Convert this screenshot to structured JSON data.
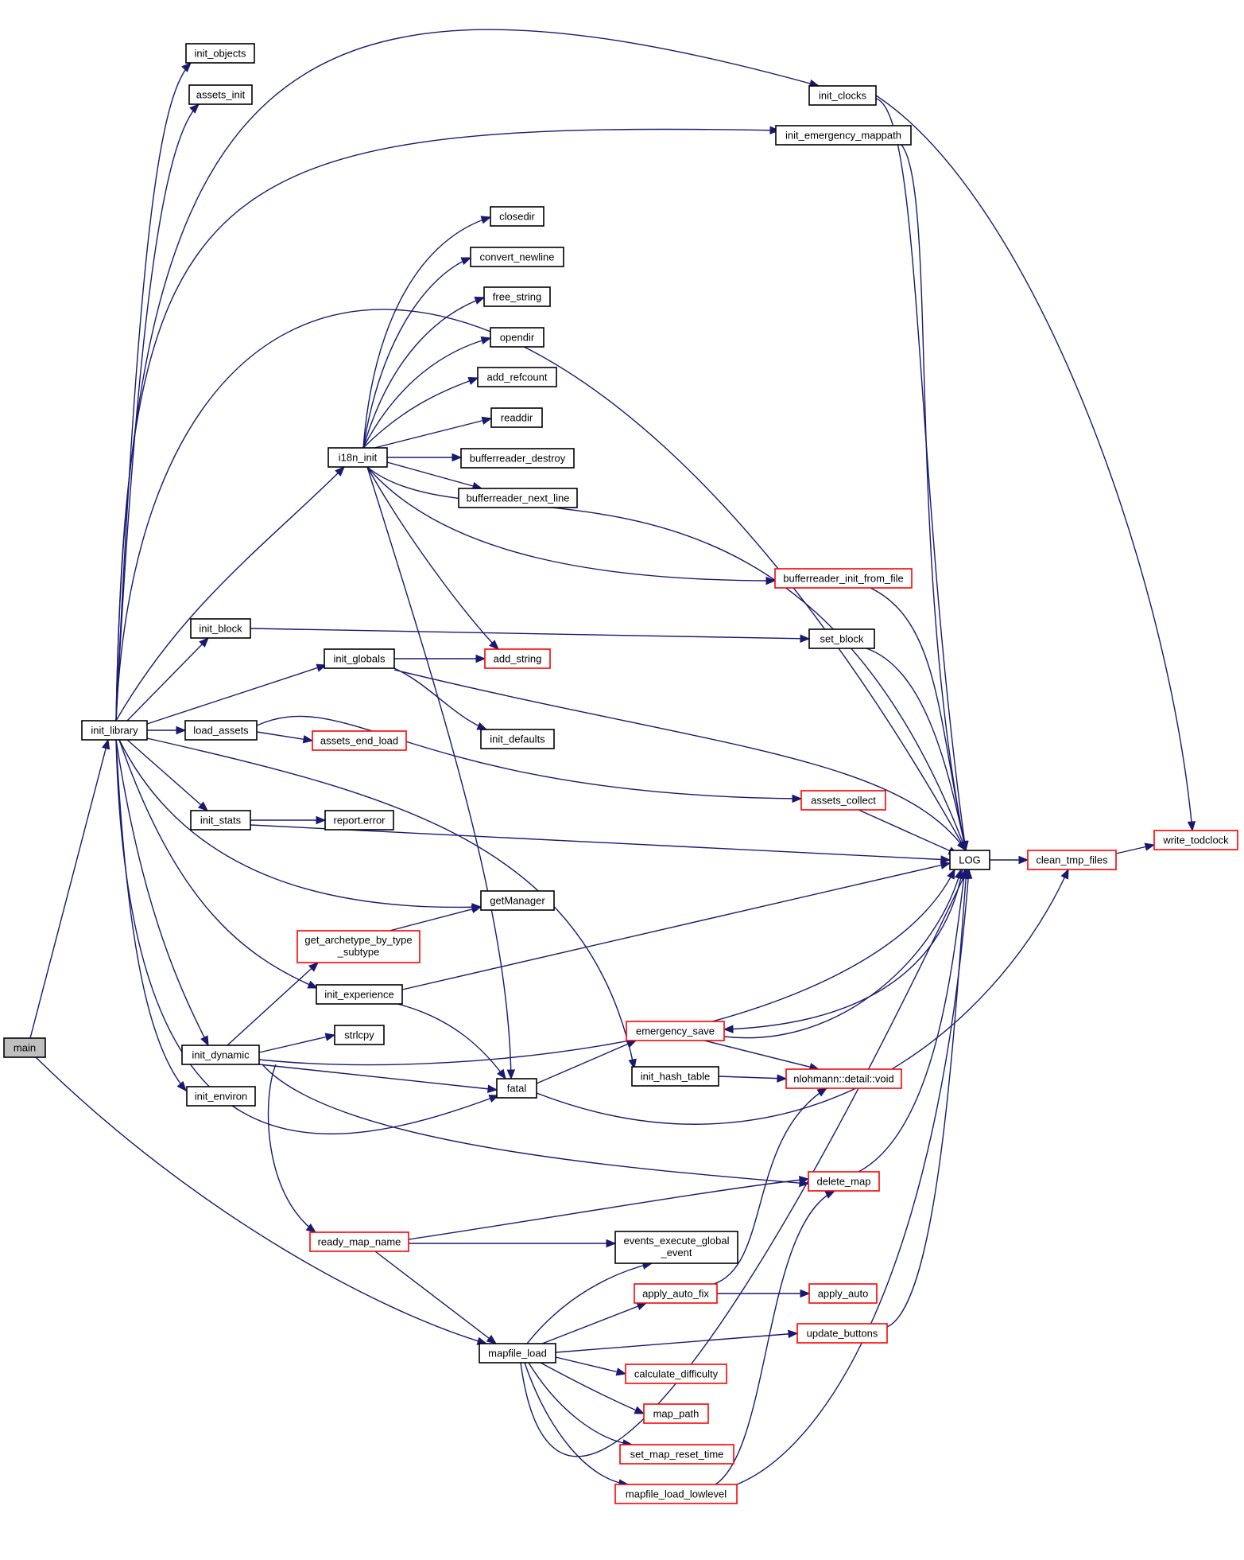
{
  "nodes": [
    {
      "id": "main",
      "label": "main",
      "kind": "root"
    },
    {
      "id": "init_library",
      "label": "init_library",
      "kind": "normal"
    },
    {
      "id": "init_objects",
      "label": "init_objects",
      "kind": "normal"
    },
    {
      "id": "assets_init",
      "label": "assets_init",
      "kind": "normal"
    },
    {
      "id": "init_clocks",
      "label": "init_clocks",
      "kind": "normal"
    },
    {
      "id": "init_emergency_mappath",
      "label": "init_emergency_mappath",
      "kind": "normal"
    },
    {
      "id": "closedir",
      "label": "closedir",
      "kind": "normal"
    },
    {
      "id": "convert_newline",
      "label": "convert_newline",
      "kind": "normal"
    },
    {
      "id": "free_string",
      "label": "free_string",
      "kind": "normal"
    },
    {
      "id": "opendir",
      "label": "opendir",
      "kind": "normal"
    },
    {
      "id": "add_refcount",
      "label": "add_refcount",
      "kind": "normal"
    },
    {
      "id": "readdir",
      "label": "readdir",
      "kind": "normal"
    },
    {
      "id": "i18n_init",
      "label": "i18n_init",
      "kind": "normal"
    },
    {
      "id": "bufferreader_destroy",
      "label": "bufferreader_destroy",
      "kind": "normal"
    },
    {
      "id": "bufferreader_next_line",
      "label": "bufferreader_next_line",
      "kind": "normal"
    },
    {
      "id": "bufferreader_init_from_file",
      "label": "bufferreader_init_from_file",
      "kind": "truncated"
    },
    {
      "id": "init_block",
      "label": "init_block",
      "kind": "normal"
    },
    {
      "id": "set_block",
      "label": "set_block",
      "kind": "normal"
    },
    {
      "id": "init_globals",
      "label": "init_globals",
      "kind": "normal"
    },
    {
      "id": "add_string",
      "label": "add_string",
      "kind": "truncated"
    },
    {
      "id": "load_assets",
      "label": "load_assets",
      "kind": "normal"
    },
    {
      "id": "assets_end_load",
      "label": "assets_end_load",
      "kind": "truncated"
    },
    {
      "id": "init_defaults",
      "label": "init_defaults",
      "kind": "normal"
    },
    {
      "id": "assets_collect",
      "label": "assets_collect",
      "kind": "truncated"
    },
    {
      "id": "init_stats",
      "label": "init_stats",
      "kind": "normal"
    },
    {
      "id": "report_error",
      "label": "report.error",
      "kind": "normal"
    },
    {
      "id": "LOG",
      "label": "LOG",
      "kind": "normal"
    },
    {
      "id": "clean_tmp_files",
      "label": "clean_tmp_files",
      "kind": "truncated"
    },
    {
      "id": "write_todclock",
      "label": "write_todclock",
      "kind": "truncated"
    },
    {
      "id": "getManager",
      "label": "getManager",
      "kind": "normal"
    },
    {
      "id": "get_archetype_by_type_subtype",
      "label": "get_archetype_by_type\n_subtype",
      "kind": "truncated"
    },
    {
      "id": "init_experience",
      "label": "init_experience",
      "kind": "normal"
    },
    {
      "id": "strlcpy",
      "label": "strlcpy",
      "kind": "normal"
    },
    {
      "id": "init_dynamic",
      "label": "init_dynamic",
      "kind": "normal"
    },
    {
      "id": "emergency_save",
      "label": "emergency_save",
      "kind": "truncated"
    },
    {
      "id": "init_hash_table",
      "label": "init_hash_table",
      "kind": "normal"
    },
    {
      "id": "nlohmann_detail_void",
      "label": "nlohmann::detail::void",
      "kind": "truncated"
    },
    {
      "id": "init_environ",
      "label": "init_environ",
      "kind": "normal"
    },
    {
      "id": "fatal",
      "label": "fatal",
      "kind": "normal"
    },
    {
      "id": "delete_map",
      "label": "delete_map",
      "kind": "truncated"
    },
    {
      "id": "ready_map_name",
      "label": "ready_map_name",
      "kind": "truncated"
    },
    {
      "id": "events_execute_global_event",
      "label": "events_execute_global\n_event",
      "kind": "normal"
    },
    {
      "id": "apply_auto_fix",
      "label": "apply_auto_fix",
      "kind": "truncated"
    },
    {
      "id": "apply_auto",
      "label": "apply_auto",
      "kind": "truncated"
    },
    {
      "id": "update_buttons",
      "label": "update_buttons",
      "kind": "truncated"
    },
    {
      "id": "mapfile_load",
      "label": "mapfile_load",
      "kind": "normal"
    },
    {
      "id": "calculate_difficulty",
      "label": "calculate_difficulty",
      "kind": "truncated"
    },
    {
      "id": "map_path",
      "label": "map_path",
      "kind": "truncated"
    },
    {
      "id": "set_map_reset_time",
      "label": "set_map_reset_time",
      "kind": "truncated"
    },
    {
      "id": "mapfile_load_lowlevel",
      "label": "mapfile_load_lowlevel",
      "kind": "truncated"
    }
  ],
  "edges": [
    [
      "main",
      "init_library"
    ],
    [
      "main",
      "mapfile_load"
    ],
    [
      "init_library",
      "init_objects"
    ],
    [
      "init_library",
      "assets_init"
    ],
    [
      "init_library",
      "init_clocks"
    ],
    [
      "init_library",
      "init_emergency_mappath"
    ],
    [
      "init_library",
      "LOG"
    ],
    [
      "init_library",
      "i18n_init"
    ],
    [
      "init_library",
      "init_block"
    ],
    [
      "init_library",
      "init_globals"
    ],
    [
      "init_library",
      "load_assets"
    ],
    [
      "init_library",
      "init_hash_table"
    ],
    [
      "init_library",
      "init_stats"
    ],
    [
      "init_library",
      "getManager"
    ],
    [
      "init_library",
      "init_experience"
    ],
    [
      "init_library",
      "init_dynamic"
    ],
    [
      "init_library",
      "init_environ"
    ],
    [
      "init_library",
      "fatal"
    ],
    [
      "init_clocks",
      "LOG"
    ],
    [
      "init_clocks",
      "write_todclock"
    ],
    [
      "init_emergency_mappath",
      "LOG"
    ],
    [
      "i18n_init",
      "closedir"
    ],
    [
      "i18n_init",
      "convert_newline"
    ],
    [
      "i18n_init",
      "free_string"
    ],
    [
      "i18n_init",
      "opendir"
    ],
    [
      "i18n_init",
      "add_refcount"
    ],
    [
      "i18n_init",
      "readdir"
    ],
    [
      "i18n_init",
      "bufferreader_destroy"
    ],
    [
      "i18n_init",
      "bufferreader_next_line"
    ],
    [
      "i18n_init",
      "LOG"
    ],
    [
      "i18n_init",
      "bufferreader_init_from_file"
    ],
    [
      "i18n_init",
      "add_string"
    ],
    [
      "i18n_init",
      "fatal"
    ],
    [
      "bufferreader_init_from_file",
      "LOG"
    ],
    [
      "init_block",
      "set_block"
    ],
    [
      "set_block",
      "LOG"
    ],
    [
      "init_globals",
      "add_string"
    ],
    [
      "init_globals",
      "init_defaults"
    ],
    [
      "init_globals",
      "LOG"
    ],
    [
      "load_assets",
      "assets_end_load"
    ],
    [
      "load_assets",
      "assets_collect"
    ],
    [
      "assets_collect",
      "LOG"
    ],
    [
      "init_stats",
      "report_error"
    ],
    [
      "init_stats",
      "LOG"
    ],
    [
      "LOG",
      "clean_tmp_files"
    ],
    [
      "LOG",
      "emergency_save"
    ],
    [
      "clean_tmp_files",
      "write_todclock"
    ],
    [
      "get_archetype_by_type_subtype",
      "getManager"
    ],
    [
      "init_experience",
      "LOG"
    ],
    [
      "init_experience",
      "fatal"
    ],
    [
      "init_dynamic",
      "get_archetype_by_type_subtype"
    ],
    [
      "init_dynamic",
      "strlcpy"
    ],
    [
      "init_dynamic",
      "LOG"
    ],
    [
      "init_dynamic",
      "fatal"
    ],
    [
      "init_dynamic",
      "delete_map"
    ],
    [
      "init_dynamic",
      "ready_map_name"
    ],
    [
      "emergency_save",
      "LOG"
    ],
    [
      "emergency_save",
      "nlohmann_detail_void"
    ],
    [
      "init_hash_table",
      "nlohmann_detail_void"
    ],
    [
      "fatal",
      "emergency_save"
    ],
    [
      "fatal",
      "clean_tmp_files"
    ],
    [
      "delete_map",
      "LOG"
    ],
    [
      "ready_map_name",
      "delete_map"
    ],
    [
      "ready_map_name",
      "events_execute_global_event"
    ],
    [
      "ready_map_name",
      "mapfile_load"
    ],
    [
      "apply_auto_fix",
      "nlohmann_detail_void"
    ],
    [
      "apply_auto_fix",
      "apply_auto"
    ],
    [
      "update_buttons",
      "LOG"
    ],
    [
      "mapfile_load",
      "events_execute_global_event"
    ],
    [
      "mapfile_load",
      "apply_auto_fix"
    ],
    [
      "mapfile_load",
      "update_buttons"
    ],
    [
      "mapfile_load",
      "calculate_difficulty"
    ],
    [
      "mapfile_load",
      "map_path"
    ],
    [
      "mapfile_load",
      "set_map_reset_time"
    ],
    [
      "mapfile_load",
      "mapfile_load_lowlevel"
    ],
    [
      "mapfile_load",
      "LOG"
    ],
    [
      "mapfile_load_lowlevel",
      "delete_map"
    ],
    [
      "mapfile_load_lowlevel",
      "LOG"
    ]
  ]
}
